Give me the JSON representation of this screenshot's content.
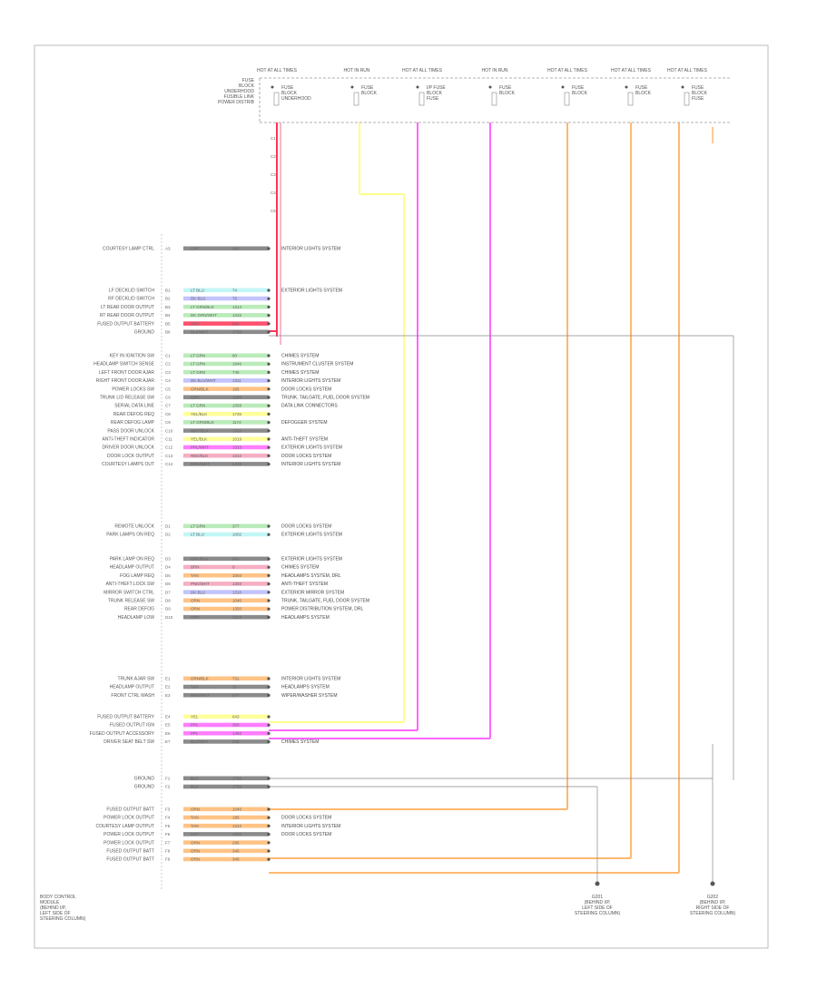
{
  "colors": {
    "red": "#ff3355",
    "pink": "#f5a0b8",
    "yellow": "#ffff88",
    "magenta": "#ff66ff",
    "orange": "#ffb870",
    "green": "#aee8ae",
    "cyan": "#b8f4f4",
    "blue": "#b8b8ff",
    "gray": "#777777"
  },
  "top_fuses": [
    {
      "header": "HOT AT ALL TIMES",
      "lines": [
        "FUSE",
        "BLOCK",
        "UNDERHOOD"
      ]
    },
    {
      "header": "HOT IN RUN",
      "lines": [
        "FUSE",
        "BLOCK"
      ]
    },
    {
      "header": "HOT AT ALL TIMES",
      "lines": [
        "I/P FUSE",
        "BLOCK",
        "FUSE"
      ]
    },
    {
      "header": "HOT IN RUN",
      "lines": [
        "FUSE",
        "BLOCK"
      ]
    },
    {
      "header": "HOT AT ALL TIMES",
      "lines": [
        "FUSE",
        "BLOCK"
      ]
    },
    {
      "header": "HOT AT ALL TIMES",
      "lines": [
        "FUSE",
        "BLOCK"
      ]
    },
    {
      "header": "HOT AT ALL TIMES",
      "lines": [
        "FUSE",
        "BLOCK",
        "FUSE"
      ]
    }
  ],
  "top_left_label": [
    "FUSE",
    "BLOCK",
    "UNDERHOOD",
    "FUSIBLE LINK",
    "POWER DISTRIB"
  ],
  "connector_labels": [
    "C1",
    "C2",
    "C3",
    "C4",
    "C5"
  ],
  "bcm_label": [
    "BODY CONTROL",
    "MODULE",
    "(BEHIND I/P,",
    "LEFT SIDE OF",
    "STEERING COLUMN)"
  ],
  "ground_labels": [
    [
      "G201",
      "(BEHIND I/P,",
      "LEFT SIDE OF",
      "STEERING COLUMN)"
    ],
    [
      "G202",
      "(BEHIND I/P,",
      "RIGHT SIDE OF",
      "STEERING COLUMN)"
    ]
  ],
  "footer": "",
  "groups": [
    {
      "rows": [
        {
          "label": "COURTESY LAMP CTRL",
          "pin": "A3",
          "wire": "GRY",
          "circ": "980",
          "color": "gray",
          "ref": "INTERIOR LIGHTS SYSTEM"
        }
      ]
    },
    {
      "rows": [
        {
          "label": "LF DECKLID SWITCH",
          "pin": "B1",
          "wire": "LT BLU",
          "circ": "74",
          "color": "cyan",
          "ref": "EXTERIOR LIGHTS SYSTEM"
        },
        {
          "label": "RF DECKLID SWITCH",
          "pin": "B2",
          "wire": "DK BLU",
          "circ": "75",
          "color": "blue",
          "ref": ""
        },
        {
          "label": "LT REAR DOOR OUTPUT",
          "pin": "B3",
          "wire": "LT GRN/BLK",
          "circ": "1314",
          "color": "green",
          "ref": ""
        },
        {
          "label": "RT REAR DOOR OUTPUT",
          "pin": "B4",
          "wire": "DK GRN/WHT",
          "circ": "1315",
          "color": "green",
          "ref": ""
        },
        {
          "label": "FUSED OUTPUT BATTERY",
          "pin": "B5",
          "wire": "RED",
          "circ": "640",
          "color": "red",
          "ref": ""
        },
        {
          "label": "GROUND",
          "pin": "B6",
          "wire": "BLK/WHT",
          "circ": "1750",
          "color": "gray",
          "ref": ""
        }
      ]
    },
    {
      "rows": [
        {
          "label": "KEY IN IGNITION SW",
          "pin": "C1",
          "wire": "LT GRN",
          "circ": "80",
          "color": "green",
          "ref": "CHIMES SYSTEM"
        },
        {
          "label": "HEADLAMP SWITCH SENSE",
          "pin": "C2",
          "wire": "LT GRN",
          "circ": "1946",
          "color": "green",
          "ref": "INSTRUMENT CLUSTER SYSTEM"
        },
        {
          "label": "LEFT FRONT DOOR AJAR",
          "pin": "C3",
          "wire": "LT GRN",
          "circ": "745",
          "color": "green",
          "ref": "CHIMES SYSTEM"
        },
        {
          "label": "RIGHT FRONT DOOR AJAR",
          "pin": "C4",
          "wire": "DK BLU/WHT",
          "circ": "1311",
          "color": "blue",
          "ref": "INTERIOR LIGHTS SYSTEM"
        },
        {
          "label": "POWER LOCKS SW",
          "pin": "C5",
          "wire": "ORN/BLK",
          "circ": "195",
          "color": "orange",
          "ref": "DOOR LOCKS SYSTEM"
        },
        {
          "label": "TRUNK LID RELEASE SW",
          "pin": "C6",
          "wire": "GRY",
          "circ": "1093",
          "color": "gray",
          "ref": "TRUNK, TAILGATE, FUEL DOOR SYSTEM"
        },
        {
          "label": "SERIAL DATA LINE",
          "pin": "C7",
          "wire": "LT GRN",
          "circ": "1058",
          "color": "green",
          "ref": "DATA LINK CONNECTORS"
        },
        {
          "label": "REAR DEFOG REQ",
          "pin": "C8",
          "wire": "YEL/BLK",
          "circ": "1735",
          "color": "yellow",
          "ref": ""
        },
        {
          "label": "REAR DEFOG LAMP",
          "pin": "C9",
          "wire": "LT GRN/BLK",
          "circ": "1174",
          "color": "green",
          "ref": "DEFOGGER SYSTEM"
        },
        {
          "label": "PASS DOOR UNLOCK",
          "pin": "C10",
          "wire": "WHT/BLK",
          "circ": "1310",
          "color": "gray",
          "ref": ""
        },
        {
          "label": "ANTI-THEFT INDICATOR",
          "pin": "C11",
          "wire": "YEL/BLK",
          "circ": "1019",
          "color": "yellow",
          "ref": "ANTI-THEFT SYSTEM"
        },
        {
          "label": "DRIVER DOOR UNLOCK",
          "pin": "C12",
          "wire": "PPL/WHT",
          "circ": "1313",
          "color": "magenta",
          "ref": "EXTERIOR LIGHTS SYSTEM"
        },
        {
          "label": "DOOR LOCK OUTPUT",
          "pin": "C13",
          "wire": "RED/BLK",
          "circ": "1312",
          "color": "pink",
          "ref": "DOOR LOCKS SYSTEM"
        },
        {
          "label": "COURTESY LAMPS OUT",
          "pin": "C14",
          "wire": "BRN/WHT",
          "circ": "1318",
          "color": "gray",
          "ref": "INTERIOR LIGHTS SYSTEM"
        }
      ]
    },
    {
      "rows": [
        {
          "label": "REMOTE UNLOCK",
          "pin": "D1",
          "wire": "LT GRN",
          "circ": "377",
          "color": "green",
          "ref": "DOOR LOCKS SYSTEM"
        },
        {
          "label": "PARK LAMPS ON REQ",
          "pin": "D2",
          "wire": "LT BLU",
          "circ": "1002",
          "color": "cyan",
          "ref": "EXTERIOR LIGHTS SYSTEM"
        }
      ]
    },
    {
      "rows": [
        {
          "label": "PARK LAMP ON REQ",
          "pin": "D3",
          "wire": "GRY/BLK",
          "circ": "900",
          "color": "gray",
          "ref": "EXTERIOR LIGHTS SYSTEM"
        },
        {
          "label": "HEADLAMP OUTPUT",
          "pin": "D4",
          "wire": "BRN",
          "circ": "9",
          "color": "pink",
          "ref": "CHIMES SYSTEM"
        },
        {
          "label": "FOG LAMP REQ",
          "pin": "D5",
          "wire": "TAN",
          "circ": "1004",
          "color": "orange",
          "ref": "HEADLAMPS SYSTEM, DRL"
        },
        {
          "label": "ANTI-THEFT LOCK SW",
          "pin": "D6",
          "wire": "PNK/WHT",
          "circ": "1303",
          "color": "pink",
          "ref": "ANTI-THEFT SYSTEM"
        },
        {
          "label": "MIRROR SWITCH CTRL",
          "pin": "D7",
          "wire": "DK BLU",
          "circ": "1310",
          "color": "blue",
          "ref": "EXTERIOR MIRROR SYSTEM"
        },
        {
          "label": "TRUNK RELEASE SW",
          "pin": "D8",
          "wire": "ORN",
          "circ": "1040",
          "color": "orange",
          "ref": "TRUNK, TAILGATE, FUEL DOOR SYSTEM"
        },
        {
          "label": "REAR DEFOG",
          "pin": "D9",
          "wire": "ORN",
          "circ": "1350",
          "color": "orange",
          "ref": "POWER DISTRIBUTION SYSTEM, DRL"
        },
        {
          "label": "HEADLAMP LOW",
          "pin": "D10",
          "wire": "GRY",
          "circ": "1312",
          "color": "gray",
          "ref": "HEADLAMPS SYSTEM"
        }
      ]
    },
    {
      "rows": [
        {
          "label": "TRUNK AJAR SW",
          "pin": "E1",
          "wire": "ORN/BLK",
          "circ": "731",
          "color": "orange",
          "ref": "INTERIOR LIGHTS SYSTEM"
        },
        {
          "label": "HEADLAMP OUTPUT",
          "pin": "E2",
          "wire": "TAN",
          "circ": "11",
          "color": "gray",
          "ref": "HEADLAMPS SYSTEM"
        },
        {
          "label": "FRONT CTRL WASH",
          "pin": "E3",
          "wire": "BRN/WHT",
          "circ": "677",
          "color": "gray",
          "ref": "WIPER/WASHER SYSTEM"
        }
      ]
    },
    {
      "rows": [
        {
          "label": "FUSED OUTPUT BATTERY",
          "pin": "E4",
          "wire": "YEL",
          "circ": "643",
          "color": "yellow",
          "ref": ""
        },
        {
          "label": "FUSED OUTPUT IGN",
          "pin": "E5",
          "wire": "PPL",
          "circ": "300",
          "color": "magenta",
          "ref": ""
        },
        {
          "label": "FUSED OUTPUT ACCESSORY",
          "pin": "E6",
          "wire": "PPL",
          "circ": "1393",
          "color": "magenta",
          "ref": ""
        },
        {
          "label": "DRIVER SEAT BELT SW",
          "pin": "E7",
          "wire": "BLK/WHT",
          "circ": "238",
          "color": "gray",
          "ref": "CHIMES SYSTEM"
        }
      ]
    },
    {
      "rows": [
        {
          "label": "GROUND",
          "pin": "F1",
          "wire": "BLK",
          "circ": "1750",
          "color": "gray",
          "ref": ""
        },
        {
          "label": "GROUND",
          "pin": "F2",
          "wire": "BLK",
          "circ": "1750",
          "color": "gray",
          "ref": ""
        }
      ]
    },
    {
      "rows": [
        {
          "label": "FUSED OUTPUT BATT",
          "pin": "F3",
          "wire": "ORN",
          "circ": "1040",
          "color": "orange",
          "ref": ""
        },
        {
          "label": "POWER LOCK OUTPUT",
          "pin": "F4",
          "wire": "TAN",
          "circ": "195",
          "color": "orange",
          "ref": "DOOR LOCKS SYSTEM"
        },
        {
          "label": "COURTESY LAMP OUTPUT",
          "pin": "F5",
          "wire": "TAN",
          "circ": "1312",
          "color": "orange",
          "ref": "INTERIOR LIGHTS SYSTEM"
        },
        {
          "label": "POWER LOCK OUTPUT",
          "pin": "F6",
          "wire": "GRY",
          "circ": "1040",
          "color": "gray",
          "ref": "DOOR LOCKS SYSTEM"
        },
        {
          "label": "POWER LOCK OUTPUT",
          "pin": "F7",
          "wire": "ORN",
          "circ": "295",
          "color": "orange",
          "ref": ""
        },
        {
          "label": "FUSED OUTPUT BATT",
          "pin": "F8",
          "wire": "ORN",
          "circ": "340",
          "color": "orange",
          "ref": ""
        },
        {
          "label": "FUSED OUTPUT BATT",
          "pin": "F9",
          "wire": "ORN",
          "circ": "340",
          "color": "orange",
          "ref": ""
        }
      ]
    }
  ]
}
